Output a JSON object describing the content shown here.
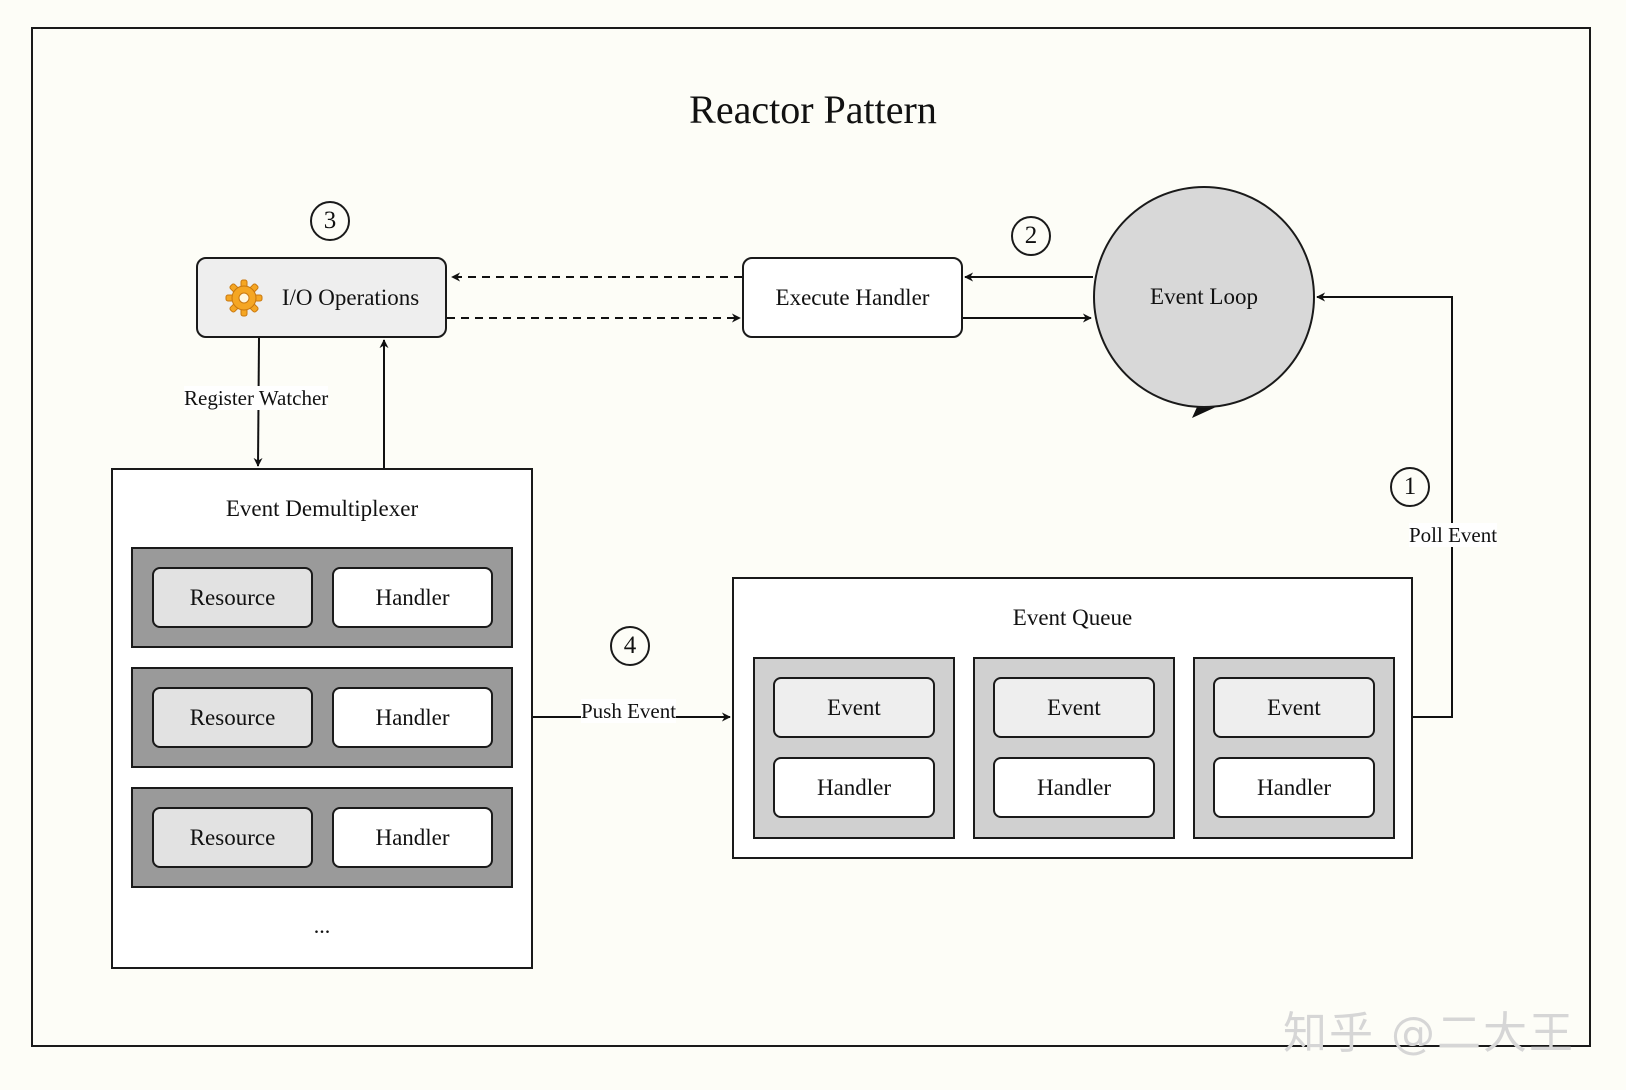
{
  "title": "Reactor Pattern",
  "nodes": {
    "io_operations": "I/O Operations",
    "execute_handler": "Execute Handler",
    "event_loop": "Event Loop"
  },
  "demultiplexer": {
    "title": "Event Demultiplexer",
    "rows": [
      {
        "resource": "Resource",
        "handler": "Handler"
      },
      {
        "resource": "Resource",
        "handler": "Handler"
      },
      {
        "resource": "Resource",
        "handler": "Handler"
      }
    ],
    "more": "..."
  },
  "queue": {
    "title": "Event Queue",
    "items": [
      {
        "event": "Event",
        "handler": "Handler"
      },
      {
        "event": "Event",
        "handler": "Handler"
      },
      {
        "event": "Event",
        "handler": "Handler"
      }
    ]
  },
  "edge_labels": {
    "register_watcher": "Register Watcher",
    "push_event": "Push Event",
    "poll_event": "Poll Event"
  },
  "steps": [
    "1",
    "2",
    "3",
    "4"
  ],
  "watermark": "知乎 @二大王",
  "colors": {
    "background": "#fdfdf7",
    "loop_fill": "#d8d8d8",
    "row_fill": "#9a9a9a",
    "queue_column_fill": "#d0d0d0",
    "gear": "#f5a623"
  },
  "icons": {
    "io_operations": "gear-icon"
  }
}
